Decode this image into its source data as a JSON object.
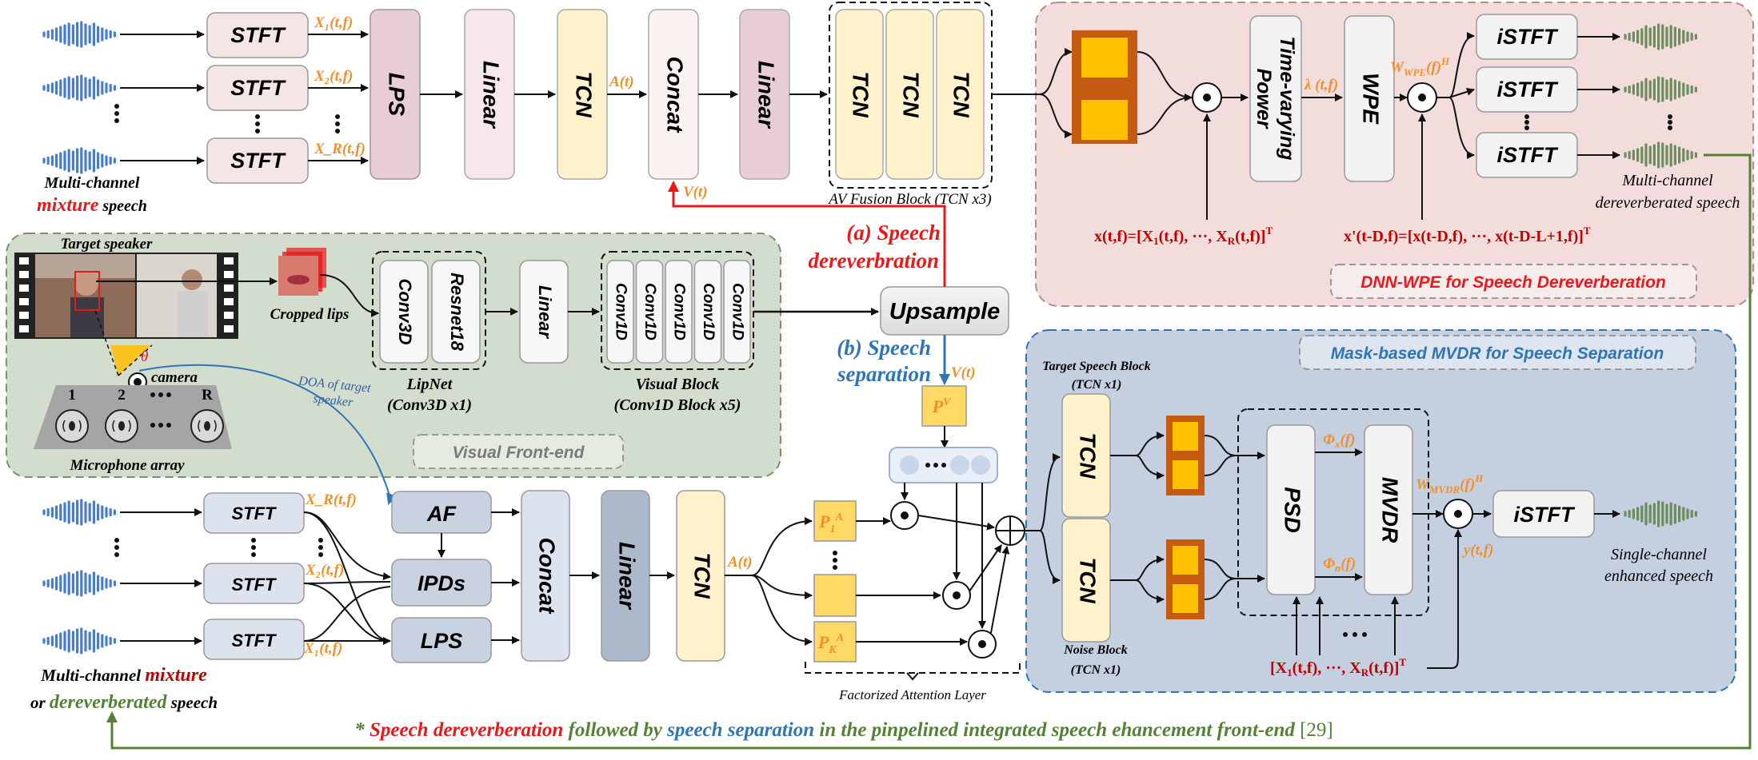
{
  "top": {
    "stft": [
      "STFT",
      "STFT",
      "STFT"
    ],
    "stft_outputs": [
      "X₁(t,f)",
      "X₂(t,f)",
      "X_R(t,f)"
    ],
    "lps": "LPS",
    "linear1": "Linear",
    "tcn": "TCN",
    "at": "A(t)",
    "concat": "Concat",
    "vt": "V(t)",
    "linear2": "Linear",
    "fusion_tcn": [
      "TCN",
      "TCN",
      "TCN"
    ],
    "fusion_caption": "AV Fusion Block (TCN x3)",
    "input_caption": [
      "Multi-channel",
      "mixture",
      "speech"
    ]
  },
  "wpe": {
    "time_varying": [
      "Time-varying",
      "Power"
    ],
    "lambda": "λ (t,f)",
    "wpe": "WPE",
    "w_label": "W_WPE(f)^H",
    "istft": [
      "iSTFT",
      "iSTFT",
      "iSTFT"
    ],
    "x_eq": "x(t,f)=[X₁(t,f), ···, X_R(t,f)]ᵀ",
    "xprime_eq": "x'(t-D,f)=[x(t-D,f), ···, x(t-D-L+1,f)]ᵀ",
    "output_caption": [
      "Multi-channel",
      "dereverberated speech"
    ],
    "title": "DNN-WPE for Speech Dereverberation"
  },
  "visual": {
    "target_speaker": "Target speaker",
    "cropped_lips": "Cropped lips",
    "theta": "θ",
    "camera": "camera",
    "mic_labels": [
      "1",
      "2",
      "R"
    ],
    "mic_array": "Microphone array",
    "lipnet_blocks": [
      "Conv3D",
      "Resnet18"
    ],
    "lipnet_caption": [
      "LipNet",
      "(Conv3D x1)"
    ],
    "linear": "Linear",
    "conv1d": [
      "Conv1D",
      "Conv1D",
      "Conv1D",
      "Conv1D",
      "Conv1D"
    ],
    "visual_caption": [
      "Visual Block",
      "(Conv1D Block x5)"
    ],
    "title": "Visual Front-end",
    "doa": [
      "DOA of target",
      "speaker"
    ]
  },
  "mid": {
    "upsample": "Upsample",
    "a_label": [
      "(a) Speech",
      "dereverbration"
    ],
    "b_label": [
      "(b) Speech",
      "separation"
    ],
    "vt": "V(t)",
    "pv": "Pᵛ"
  },
  "bottom": {
    "stft": [
      "STFT",
      "STFT",
      "STFT"
    ],
    "stft_outputs": [
      "X_R(t,f)",
      "X₂(t,f)",
      "X₁(t,f)"
    ],
    "af": "AF",
    "ipds": "IPDs",
    "lps": "LPS",
    "concat": "Concat",
    "linear": "Linear",
    "tcn": "TCN",
    "at": "A(t)",
    "p1": "P₁ᴬ",
    "pk": "P_Kᴬ",
    "fal_caption": "Factorized Attention Layer",
    "input_caption": [
      "Multi-channel",
      "mixture",
      "or",
      "dereverberated",
      "speech"
    ]
  },
  "mvdr": {
    "title": "Mask-based MVDR for Speech Separation",
    "target_block": [
      "Target Speech Block",
      "(TCN x1)"
    ],
    "noise_block": [
      "Noise Block",
      "(TCN x1)"
    ],
    "tcn": [
      "TCN",
      "TCN"
    ],
    "psd": "PSD",
    "mvdr": "MVDR",
    "phi_x": "Φₓ(f)",
    "phi_n": "Φₙ(f)",
    "w_label": "W_MVDR(f)^H",
    "y": "y(t,f)",
    "istft": "iSTFT",
    "x_eq": "[X₁(t,f), ···, X_R(t,f)]ᵀ",
    "output_caption": [
      "Single-channel",
      "enhanced speech"
    ]
  },
  "footer": {
    "star": "* ",
    "w1": "Speech dereverberation",
    "w2": " followed by ",
    "w3": "speech separation",
    "w4": " in the pinpelined integrated speech ehancement front-end ",
    "ref": "[29]"
  },
  "colors": {
    "stft_fill": "#f5e6e6",
    "lps_fill": "#e8ced4",
    "tcn_fill": "#fff2cc",
    "wpe_panel": "#f3dcdc",
    "visual_panel": "#d3ddcd",
    "mvdr_panel": "#c4cfe0",
    "bottom_box": "#c8d2e0",
    "orange": "#f0902a",
    "red": "#e8191b",
    "blue": "#2e75b6",
    "green": "#548235",
    "wave_blue": "#4a7dc9",
    "wave_green": "#6e8d5c"
  }
}
